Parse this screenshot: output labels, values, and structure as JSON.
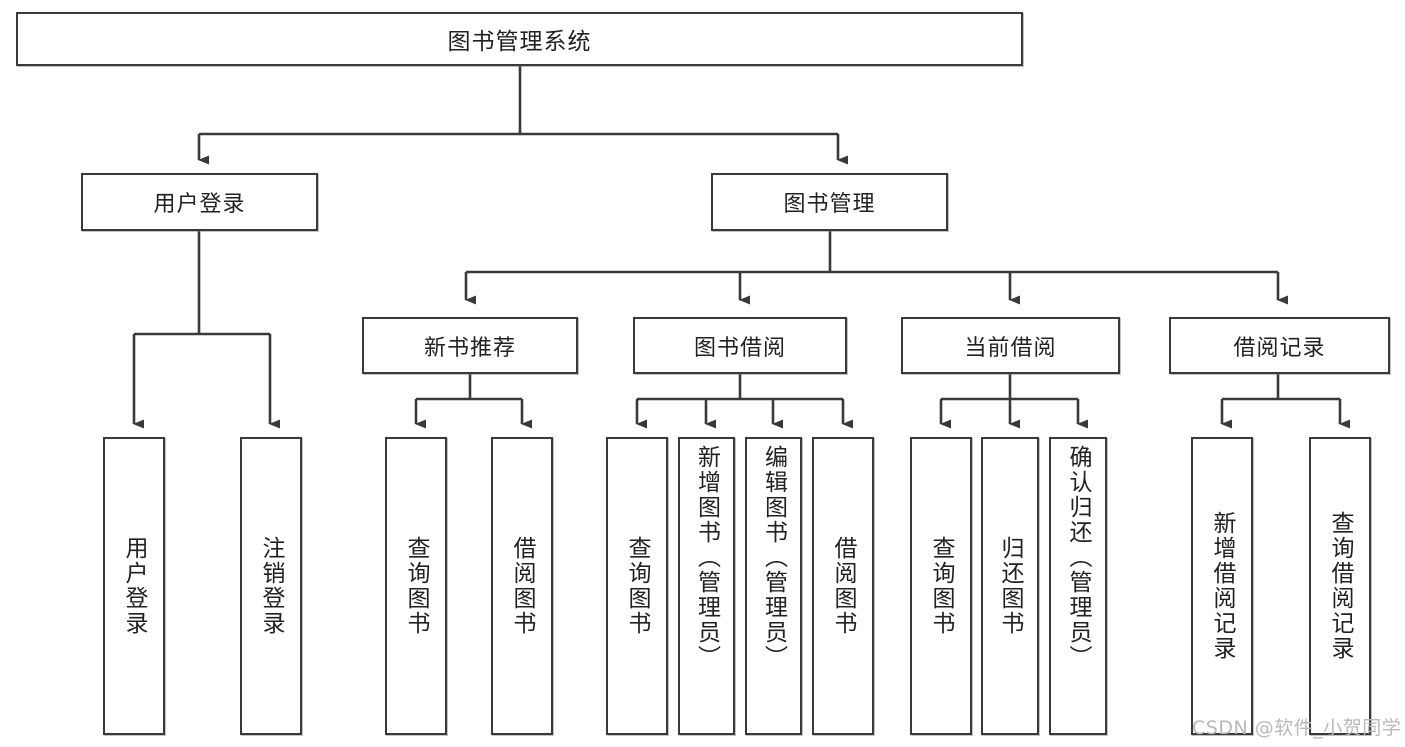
{
  "diagram": {
    "title": "图书管理系统",
    "type": "functional-decomposition-tree",
    "root": {
      "label": "图书管理系统"
    },
    "level1": [
      {
        "label": "用户登录"
      },
      {
        "label": "图书管理"
      }
    ],
    "level2": [
      {
        "label": "新书推荐"
      },
      {
        "label": "图书借阅"
      },
      {
        "label": "当前借阅"
      },
      {
        "label": "借阅记录"
      }
    ],
    "leaves": {
      "user_login": [
        {
          "label": "用户登录"
        },
        {
          "label": "注销登录"
        }
      ],
      "new_book_recommend": [
        {
          "label": "查询图书"
        },
        {
          "label": "借阅图书"
        }
      ],
      "book_borrow": [
        {
          "label": "查询图书"
        },
        {
          "label": "新增图书（管理员）"
        },
        {
          "label": "编辑图书（管理员）"
        },
        {
          "label": "借阅图书"
        }
      ],
      "current_borrow": [
        {
          "label": "查询图书"
        },
        {
          "label": "归还图书"
        },
        {
          "label": "确认归还（管理员）"
        }
      ],
      "borrow_record": [
        {
          "label": "新增借阅记录"
        },
        {
          "label": "查询借阅记录"
        }
      ]
    }
  },
  "watermark": {
    "text": "CSDN @软件_小贺同学"
  },
  "colors": {
    "border": "#3a3a3a",
    "text": "#222222",
    "background": "#ffffff",
    "watermark": "#b9b9b9"
  }
}
